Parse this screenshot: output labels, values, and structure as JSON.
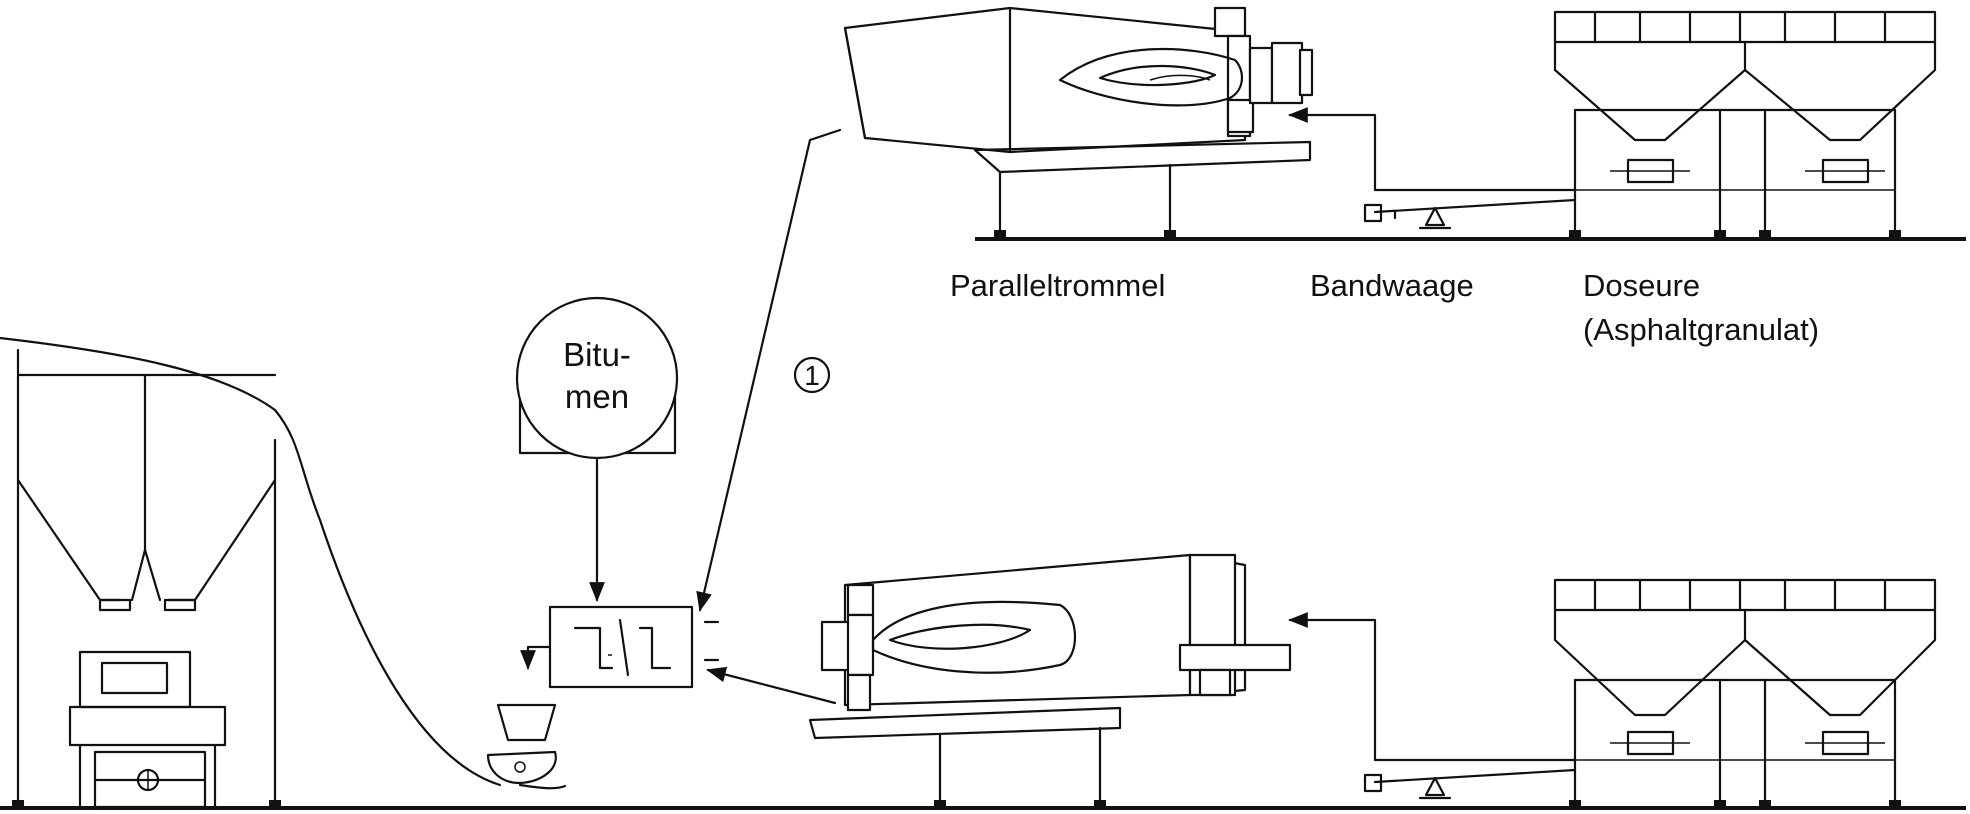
{
  "labels": {
    "drum": "Paralleltrommel",
    "belt_scale": "Bandwaage",
    "feeders_line1": "Doseure",
    "feeders_line2": "(Asphaltgranulat)",
    "bitumen_line1": "Bitu-",
    "bitumen_line2": "men",
    "marker": "1"
  },
  "colors": {
    "ink": "#111111",
    "background": "#ffffff"
  }
}
